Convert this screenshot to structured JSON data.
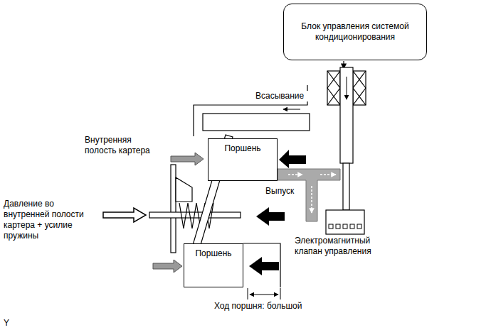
{
  "diagram": {
    "nodes": [
      {
        "text": [
          "Блок управления системой кондиционирования"
        ]
      },
      {
        "text": [
          "Поршень"
        ]
      },
      {
        "text": [
          "Поршень"
        ]
      }
    ],
    "labels": [
      "Всасывание",
      "Внутренняя полость картера",
      "Выпуск",
      "Давление во внутренней полости картера + усилие пружины",
      "Электромагнитный клапан управления",
      "Ход поршня: большой",
      "Y"
    ]
  }
}
